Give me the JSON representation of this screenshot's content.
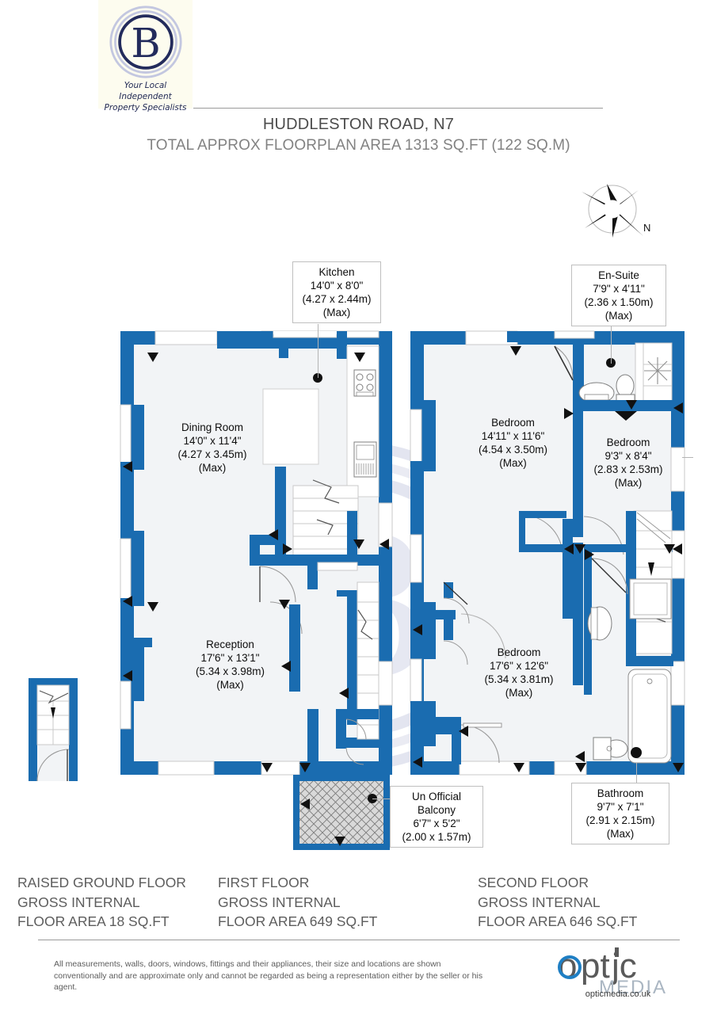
{
  "branding": {
    "logo_letter": "B",
    "tagline_line1": "Your Local Independent",
    "tagline_line2": "Property Specialists"
  },
  "header": {
    "title": "HUDDLESTON ROAD, N7",
    "subtitle": "TOTAL APPROX FLOORPLAN AREA 1313 SQ.FT (122 SQ.M)"
  },
  "compass": {
    "north_label": "N"
  },
  "rooms": [
    {
      "id": "kitchen",
      "name": "Kitchen",
      "imperial": "14'0\" x 8'0\"",
      "metric": "(4.27 x 2.44m)",
      "note": "(Max)"
    },
    {
      "id": "en-suite",
      "name": "En-Suite",
      "imperial": "7'9\" x 4'11\"",
      "metric": "(2.36 x 1.50m)",
      "note": "(Max)"
    },
    {
      "id": "dining-room",
      "name": "Dining Room",
      "imperial": "14'0\" x 11'4\"",
      "metric": "(4.27 x 3.45m)",
      "note": "(Max)"
    },
    {
      "id": "bedroom-main",
      "name": "Bedroom",
      "imperial": "14'11\" x 11'6\"",
      "metric": "(4.54 x 3.50m)",
      "note": "(Max)"
    },
    {
      "id": "bedroom-small",
      "name": "Bedroom",
      "imperial": "9'3\" x 8'4\"",
      "metric": "(2.83 x 2.53m)",
      "note": "(Max)"
    },
    {
      "id": "reception",
      "name": "Reception",
      "imperial": "17'6\" x 13'1\"",
      "metric": "(5.34 x 3.98m)",
      "note": "(Max)"
    },
    {
      "id": "bedroom-second",
      "name": "Bedroom",
      "imperial": "17'6\" x 12'6\"",
      "metric": "(5.34 x 3.81m)",
      "note": "(Max)"
    },
    {
      "id": "balcony",
      "name_line1": "Un Official",
      "name_line2": "Balcony",
      "imperial": "6'7\" x 5'2\"",
      "metric": "(2.00 x 1.57m)"
    },
    {
      "id": "bathroom",
      "name": "Bathroom",
      "imperial": "9'7\" x 7'1\"",
      "metric": "(2.91 x 2.15m)",
      "note": "(Max)"
    }
  ],
  "floor_legend": [
    {
      "id": "raised-ground-floor",
      "line1": "RAISED GROUND FLOOR",
      "line2": "GROSS INTERNAL",
      "line3": "FLOOR AREA 18 SQ.FT"
    },
    {
      "id": "first-floor",
      "line1": "FIRST FLOOR",
      "line2": "GROSS INTERNAL",
      "line3": "FLOOR AREA 649 SQ.FT"
    },
    {
      "id": "second-floor",
      "line1": "SECOND FLOOR",
      "line2": "GROSS INTERNAL",
      "line3": "FLOOR AREA 646 SQ.FT"
    }
  ],
  "footer": {
    "disclaimer": "All measurements, walls, doors, windows, fittings and their appliances, their size and locations are shown conventionally and are approximate only and cannot be regarded as being a representation either by the seller or his agent.",
    "logo_text_optic": "optic",
    "logo_text_media": "MEDIA",
    "url": "opticmedia.co.uk"
  },
  "colors": {
    "wall": "#1a6cb0",
    "wall_dark": "#14578e",
    "floor_fill": "#f2f4f6",
    "brand_navy": "#232b5c",
    "brand_cream": "#fdfcef",
    "label_text": "#0d0d0d",
    "legend_text": "#5d5d5d",
    "watermark": "#c8cbe0",
    "optic_blue": "#1f7fc4",
    "optic_grey": "#5a5a5a"
  }
}
